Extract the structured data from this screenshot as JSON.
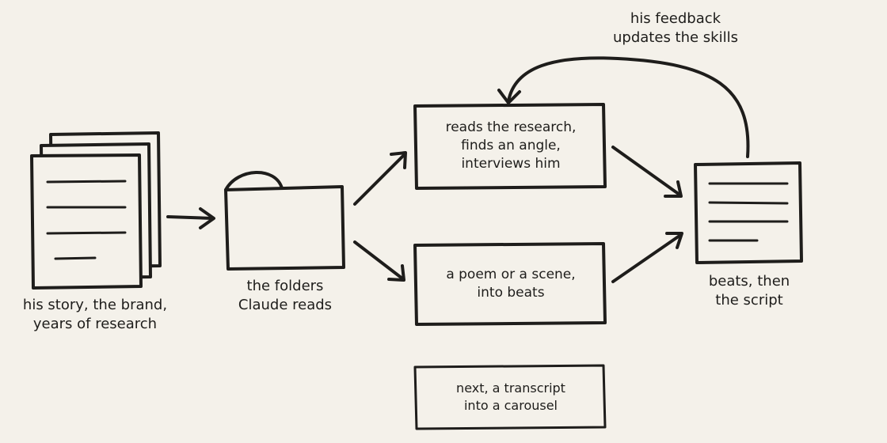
{
  "diagram": {
    "sources_label": [
      "his story, the brand,",
      "years of research"
    ],
    "folders_label": [
      "the folders",
      "Claude reads"
    ],
    "research_box": [
      "reads the research,",
      "finds an angle,",
      "interviews him"
    ],
    "poem_box": [
      "a poem or a scene,",
      "into beats"
    ],
    "script_label": [
      "beats, then",
      "the script"
    ],
    "feedback_label": [
      "his feedback",
      "updates the skills"
    ],
    "next_box": [
      "next, a transcript",
      "into a carousel"
    ]
  },
  "colors": {
    "background": "#f4f1ea",
    "ink": "#1e1d1b"
  }
}
